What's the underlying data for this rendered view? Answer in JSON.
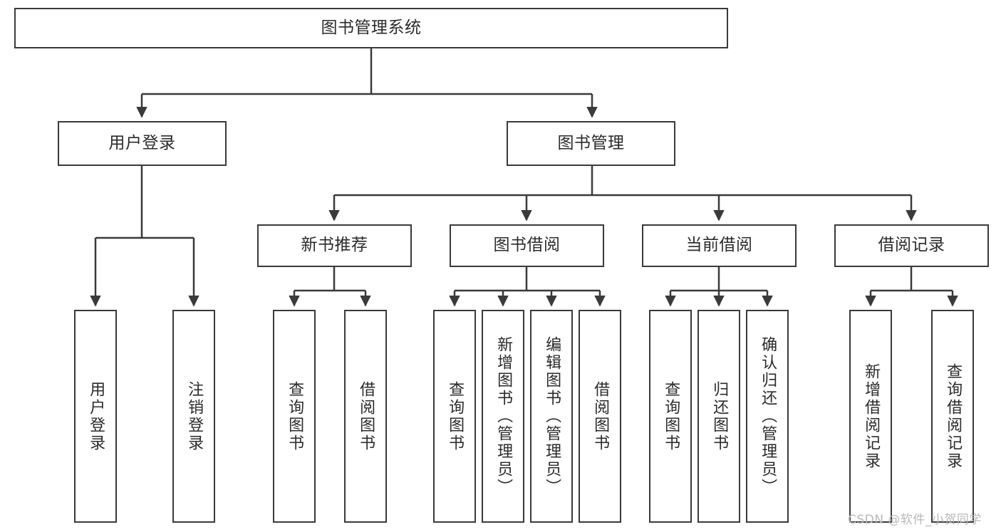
{
  "diagram": {
    "title": "图书管理系统",
    "type": "functional-structure-tree",
    "orientation": "top-down",
    "box_fill": "#ffffff",
    "box_stroke": "#3a3a3a",
    "text_color": "#2b2b2b",
    "watermark": "CSDN @软件_小贺同学"
  },
  "nodes": {
    "root": {
      "label": "图书管理系统"
    },
    "level1": [
      {
        "label": "用户登录"
      },
      {
        "label": "图书管理"
      }
    ],
    "level2": [
      {
        "label": "新书推荐"
      },
      {
        "label": "图书借阅"
      },
      {
        "label": "当前借阅"
      },
      {
        "label": "借阅记录"
      }
    ],
    "leaves": {
      "user_login": [
        {
          "label": "用户登录"
        },
        {
          "label": "注销登录"
        }
      ],
      "new_book_recommend": [
        {
          "label": "查询图书"
        },
        {
          "label": "借阅图书"
        }
      ],
      "book_borrow": [
        {
          "label": "查询图书"
        },
        {
          "label": "新增图书（管理员）"
        },
        {
          "label": "编辑图书（管理员）"
        },
        {
          "label": "借阅图书"
        }
      ],
      "current_borrow": [
        {
          "label": "查询图书"
        },
        {
          "label": "归还图书"
        },
        {
          "label": "确认归还（管理员）"
        }
      ],
      "borrow_records": [
        {
          "label": "新增借阅记录"
        },
        {
          "label": "查询借阅记录"
        }
      ]
    }
  },
  "chart_data": {
    "type": "table",
    "title": "图书管理系统 功能结构图",
    "tree": {
      "name": "图书管理系统",
      "children": [
        {
          "name": "用户登录",
          "children": [
            {
              "name": "用户登录"
            },
            {
              "name": "注销登录"
            }
          ]
        },
        {
          "name": "图书管理",
          "children": [
            {
              "name": "新书推荐",
              "children": [
                {
                  "name": "查询图书"
                },
                {
                  "name": "借阅图书"
                }
              ]
            },
            {
              "name": "图书借阅",
              "children": [
                {
                  "name": "查询图书"
                },
                {
                  "name": "新增图书（管理员）"
                },
                {
                  "name": "编辑图书（管理员）"
                },
                {
                  "name": "借阅图书"
                }
              ]
            },
            {
              "name": "当前借阅",
              "children": [
                {
                  "name": "查询图书"
                },
                {
                  "name": "归还图书"
                },
                {
                  "name": "确认归还（管理员）"
                }
              ]
            },
            {
              "name": "借阅记录",
              "children": [
                {
                  "name": "新增借阅记录"
                },
                {
                  "name": "查询借阅记录"
                }
              ]
            }
          ]
        }
      ]
    }
  }
}
